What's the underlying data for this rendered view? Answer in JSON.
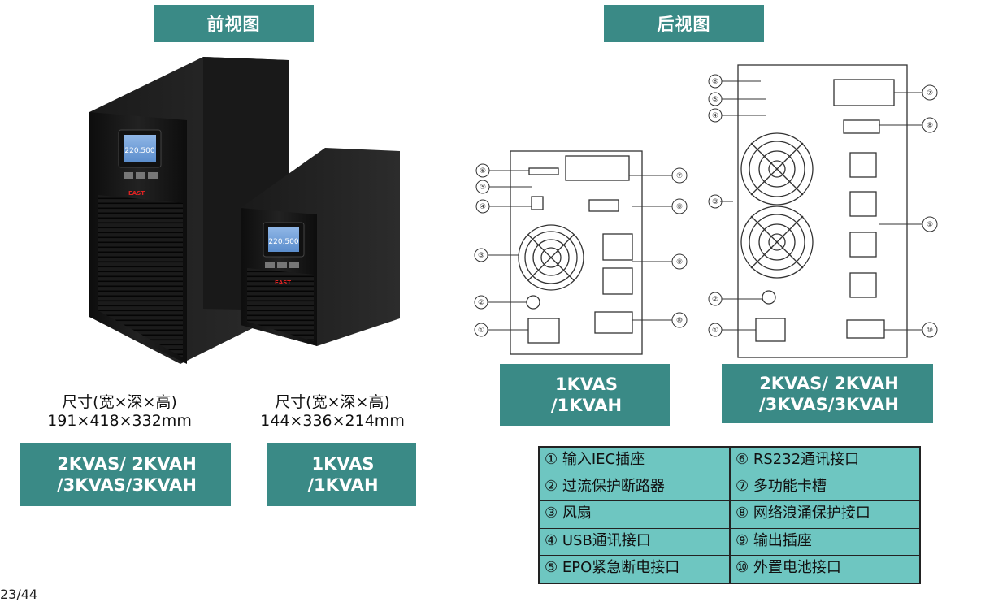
{
  "header_front": "前视图",
  "header_back": "后视图",
  "front": {
    "large": {
      "dim_title": "尺寸(宽×深×高)",
      "dim_value": "191×418×332mm",
      "model": "2KVAS/ 2KVAH\n/3KVAS/3KVAH",
      "lcd_text": "220.500",
      "brand": "EAST"
    },
    "small": {
      "dim_title": "尺寸(宽×深×高)",
      "dim_value": "144×336×214mm",
      "model": "1KVAS\n/1KVAH",
      "lcd_text": "220.500",
      "brand": "EAST"
    }
  },
  "rear": {
    "small_model": "1KVAS\n/1KVAH",
    "large_model": "2KVAS/ 2KVAH\n/3KVAS/3KVAH",
    "callouts": [
      "①",
      "②",
      "③",
      "④",
      "⑤",
      "⑥",
      "⑦",
      "⑧",
      "⑨",
      "⑩"
    ]
  },
  "legend": [
    "① 输入IEC插座",
    "⑥ RS232通讯接口",
    "② 过流保护断路器",
    "⑦ 多功能卡槽",
    "③ 风扇",
    "⑧ 网络浪涌保护接口",
    "④ USB通讯接口",
    "⑨ 输出插座",
    "⑤ EPO紧急断电接口",
    "⑩ 外置电池接口"
  ],
  "page_number": "23/44"
}
